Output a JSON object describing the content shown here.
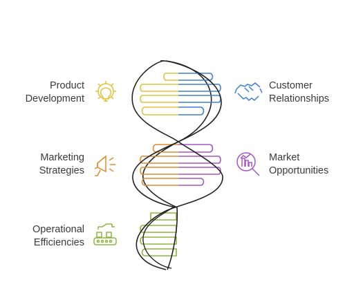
{
  "diagram": {
    "items": [
      {
        "id": "product-development",
        "lines": [
          "Product",
          "Development"
        ],
        "side": "left",
        "color": "#E2C23A",
        "icon": "gear-lightbulb-icon"
      },
      {
        "id": "customer-relationships",
        "lines": [
          "Customer",
          "Relationships"
        ],
        "side": "right",
        "color": "#3B7FD6",
        "icon": "handshake-icon"
      },
      {
        "id": "marketing-strategies",
        "lines": [
          "Marketing",
          "Strategies"
        ],
        "side": "left",
        "color": "#E08A2E",
        "icon": "megaphone-icon"
      },
      {
        "id": "market-opportunities",
        "lines": [
          "Market",
          "Opportunities"
        ],
        "side": "right",
        "color": "#A553C9",
        "icon": "magnifier-chart-icon"
      },
      {
        "id": "operational-efficiencies",
        "lines": [
          "Operational",
          "Efficiencies"
        ],
        "side": "left",
        "color": "#8DB53C",
        "icon": "conveyor-robot-arm-icon"
      }
    ]
  }
}
